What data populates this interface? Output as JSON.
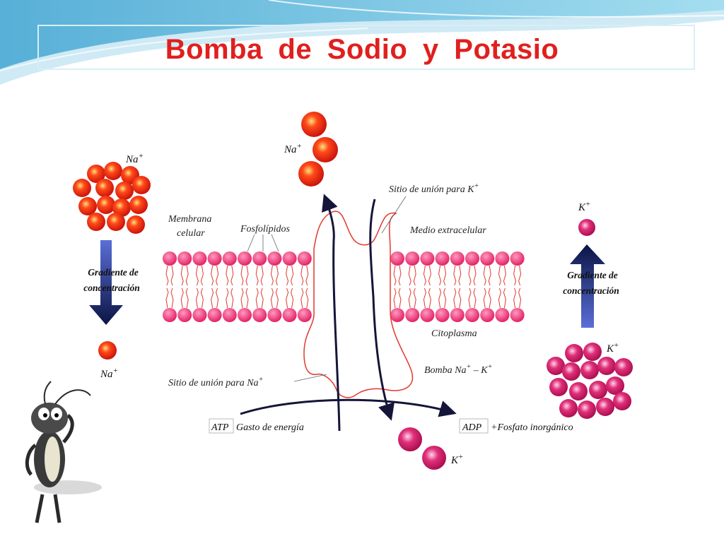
{
  "slide": {
    "title": "Bomba  de  Sodio  y  Potasio",
    "colors": {
      "title": "#e0201e",
      "sodium": "#e3120b",
      "potassium": "#d6176b",
      "lipid_head": "#e9256a",
      "lipid_tail": "#e2382c",
      "arrow": "#15153a"
    }
  },
  "diagram": {
    "left": {
      "ion_label": "Na",
      "ion_sup": "+",
      "gradient_label_1": "Gradiente de",
      "gradient_label_2": "concentración",
      "single_ion_label": "Na",
      "single_ion_sup": "+"
    },
    "top": {
      "ion_label": "Na",
      "ion_sup": "+"
    },
    "labels": {
      "membrane_1": "Membrana",
      "membrane_2": "celular",
      "phospholipids": "Fosfolípidos",
      "k_site": "Sitio de unión para K",
      "k_site_sup": "+",
      "extracellular": "Medio extracelular",
      "cytoplasm": "Citoplasma",
      "pump_1": "Bomba Na",
      "pump_sup1": "+",
      "pump_2": " – K",
      "pump_sup2": "+",
      "na_site": "Sitio de unión para Na",
      "na_site_sup": "+"
    },
    "energy": {
      "atp": "ATP",
      "atp_text": "Gasto de energía",
      "adp": "ADP",
      "adp_text": "+Fosfato inorgánico"
    },
    "bottom": {
      "ion_label": "K",
      "ion_sup": "+"
    },
    "right": {
      "top_ion_label": "K",
      "top_ion_sup": "+",
      "gradient_label_1": "Gradiente de",
      "gradient_label_2": "concentración",
      "cluster_label": "K",
      "cluster_sup": "+"
    },
    "icons": {
      "mascot": "cartoon-ant-icon"
    }
  }
}
